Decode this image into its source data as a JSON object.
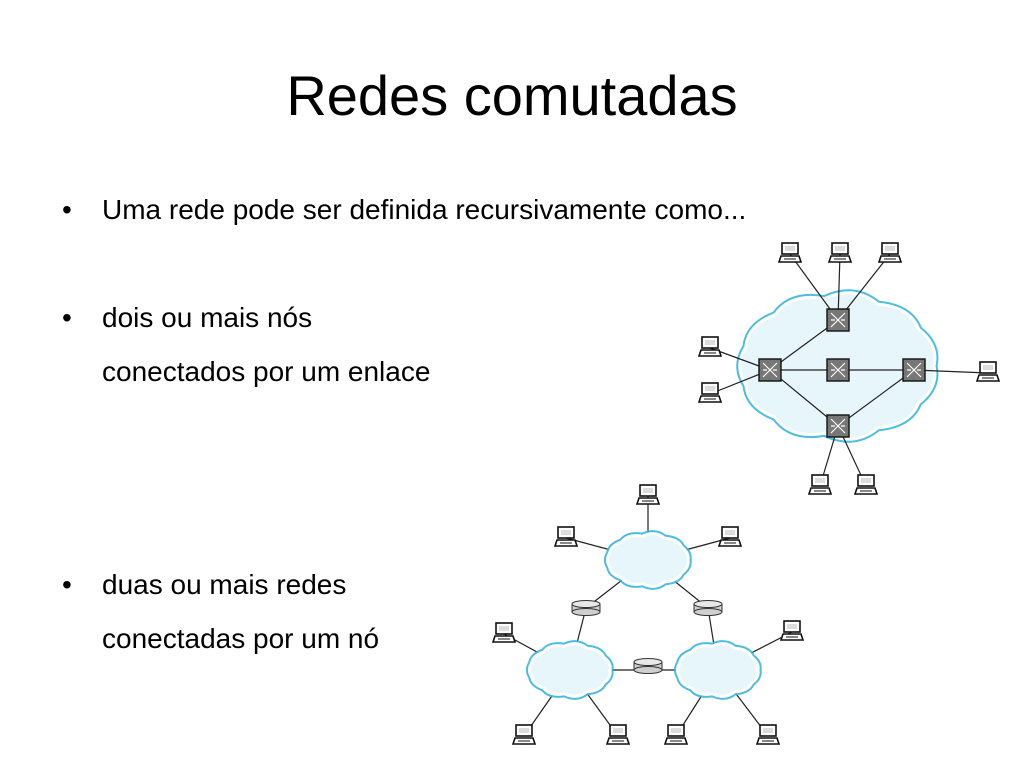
{
  "slide": {
    "title": "Redes comutadas"
  },
  "bullets": [
    {
      "marker": "•",
      "lines": [
        "Uma rede pode ser definida recursivamente como..."
      ]
    },
    {
      "marker": "•",
      "lines": [
        "dois ou mais nós",
        "conectados por um enlace"
      ]
    },
    {
      "marker": "•",
      "lines": [
        "duas ou mais redes",
        "conectadas por um nó"
      ]
    }
  ],
  "colors": {
    "cloud_fill": "#e6f6fb",
    "cloud_outline": "#39b6df",
    "switch_fill": "#777777",
    "router_fill": "#cfcfcf",
    "line": "#222222"
  },
  "icons": {
    "host": "computer-icon",
    "switch": "switch-icon",
    "router": "router-icon",
    "network": "cloud-icon"
  }
}
